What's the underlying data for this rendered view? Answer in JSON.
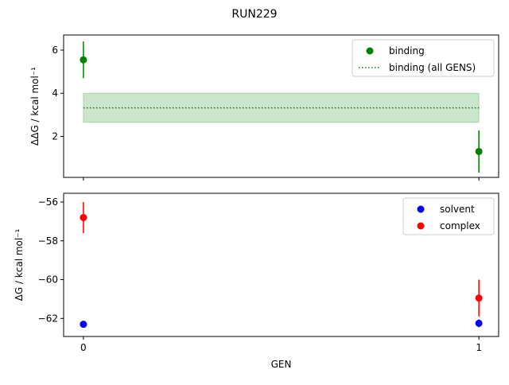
{
  "title": "RUN229",
  "chart_data": [
    {
      "type": "scatter",
      "ylabel": "ΔΔG / kcal mol⁻¹",
      "xlim": [
        -0.05,
        1.05
      ],
      "ylim": [
        0.1,
        6.7
      ],
      "x_ticks": [
        0,
        1
      ],
      "y_ticks": [
        2,
        4,
        6
      ],
      "x_tick_labels": [
        "",
        ""
      ],
      "legend": "top-right",
      "series": [
        {
          "name": "binding",
          "kind": "errorbar-points",
          "color": "#008000",
          "x": [
            0,
            1
          ],
          "y": [
            5.55,
            1.3
          ],
          "err": [
            0.85,
            0.98
          ]
        },
        {
          "name": "binding (all GENS)",
          "kind": "dotted-line-with-band",
          "color": "#008000",
          "x": [
            0,
            1
          ],
          "y": 3.32,
          "band": [
            2.65,
            4.0
          ]
        }
      ]
    },
    {
      "type": "scatter",
      "ylabel": "ΔG / kcal mol⁻¹",
      "xlabel": "GEN",
      "xlim": [
        -0.05,
        1.05
      ],
      "ylim": [
        -62.93,
        -55.55
      ],
      "x_ticks": [
        0,
        1
      ],
      "y_ticks": [
        -62,
        -60,
        -58,
        -56
      ],
      "x_tick_labels": [
        "0",
        "1"
      ],
      "legend": "top-right",
      "series": [
        {
          "name": "solvent",
          "kind": "errorbar-points",
          "color": "#0000ff",
          "x": [
            0,
            1
          ],
          "y": [
            -62.3,
            -62.25
          ],
          "err": [
            0.15,
            0.2
          ]
        },
        {
          "name": "complex",
          "kind": "errorbar-points",
          "color": "#ff0000",
          "x": [
            0,
            1
          ],
          "y": [
            -56.8,
            -60.95
          ],
          "err": [
            0.8,
            0.95
          ]
        }
      ]
    }
  ]
}
